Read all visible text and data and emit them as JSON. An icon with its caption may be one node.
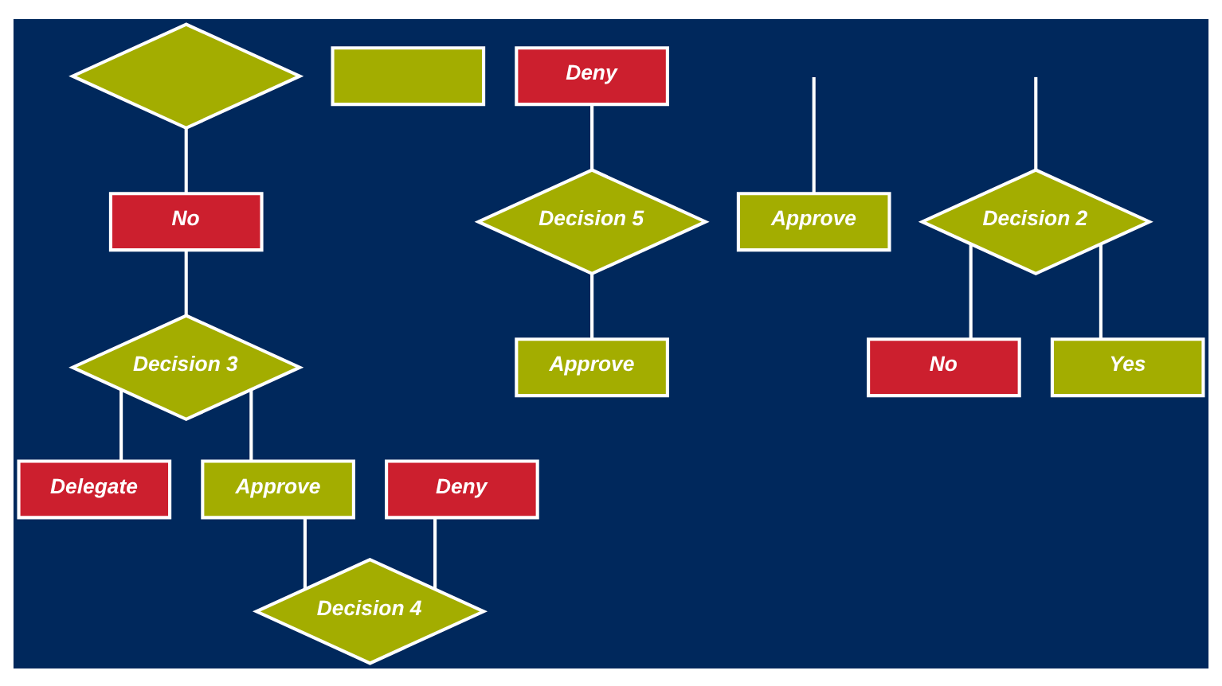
{
  "diagram": {
    "nodes": [
      {
        "text": [],
        "shape": "diamond"
      },
      {
        "text": [],
        "shape": "box"
      },
      {
        "text": [
          "Deny"
        ]
      },
      {
        "text": [
          "Decision 5"
        ]
      },
      {
        "text": [
          "No"
        ]
      },
      {
        "text": [
          "Approve"
        ]
      },
      {
        "text": [
          "Decision 2"
        ]
      },
      {
        "text": [
          "Decision 3"
        ]
      },
      {
        "text": [
          "Delegate"
        ]
      },
      {
        "text": [
          "Approve"
        ]
      },
      {
        "text": [
          "No"
        ]
      },
      {
        "text": [
          "Deny"
        ]
      },
      {
        "text": [
          "Yes"
        ]
      },
      {
        "text": [
          "Decision 4"
        ]
      },
      {
        "text": [
          "Approve"
        ]
      }
    ],
    "edges": [
      {
        "from": 0,
        "to": 4,
        "arrow": "none"
      },
      {
        "from": 4,
        "to": 7,
        "arrow": "none"
      },
      {
        "from": 7,
        "to": 8,
        "arrow": "none"
      },
      {
        "from": 7,
        "to": 9,
        "arrow": "none"
      },
      {
        "from": 9,
        "to": 13,
        "arrow": "none"
      },
      {
        "from": 11,
        "to": 13,
        "arrow": "none"
      },
      {
        "from": 2,
        "to": 3,
        "arrow": "none"
      },
      {
        "from": null,
        "to": 5,
        "arrow": "none"
      },
      {
        "from": null,
        "to": 6,
        "arrow": "none"
      },
      {
        "from": 6,
        "to": 10,
        "arrow": "none"
      },
      {
        "from": 6,
        "to": 12,
        "arrow": "none"
      },
      {
        "from": 3,
        "to": 14,
        "arrow": "none"
      }
    ]
  }
}
